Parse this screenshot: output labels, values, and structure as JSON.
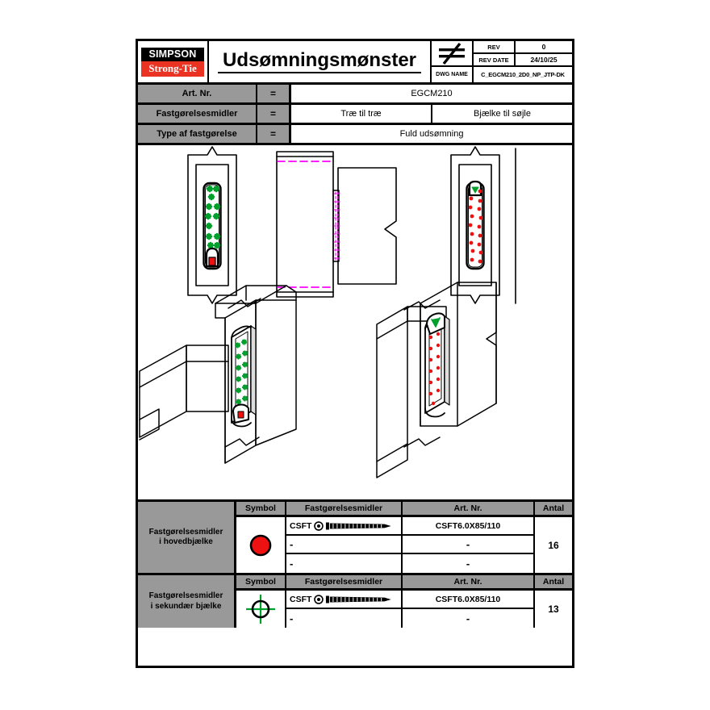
{
  "sheet": {
    "logo": {
      "top": "SIMPSON",
      "bottom": "Strong-Tie"
    },
    "title": "Udsømningsmønster",
    "projection_symbol": "not-equal-sign",
    "rev_label": "REV",
    "rev_value": "0",
    "rev_date_label": "REV DATE",
    "rev_date_value": "24/10/25",
    "dwg_name_label": "DWG NAME",
    "dwg_name_value": "C_EGCM210_2D0_NP_JTP-DK"
  },
  "parameters": [
    {
      "label": "Art. Nr.",
      "eq": "=",
      "values": [
        "EGCM210"
      ]
    },
    {
      "label": "Fastgørelsesmidler",
      "eq": "=",
      "values": [
        "Træ til træ",
        "Bjælke til søjle"
      ]
    },
    {
      "label": "Type af fastgørelse",
      "eq": "=",
      "values": [
        "Fuld udsømning"
      ]
    }
  ],
  "bom": [
    {
      "name_line1": "Fastgørelsesmidler",
      "name_line2": "i hovedbjælke",
      "symbol": "red-filled-circle",
      "symbol_color": "#ee1111",
      "headers": {
        "symbol": "Symbol",
        "fasteners": "Fastgørelsesmidler",
        "art": "Art. Nr.",
        "qty": "Antal"
      },
      "rows": [
        {
          "fastener": "CSFT",
          "has_screw_icon": true,
          "art": "CSFT6.0X85/110"
        },
        {
          "fastener": "-",
          "has_screw_icon": false,
          "art": "-"
        },
        {
          "fastener": "-",
          "has_screw_icon": false,
          "art": "-"
        }
      ],
      "qty": "16"
    },
    {
      "name_line1": "Fastgørelsesmidler",
      "name_line2": "i sekundær bjælke",
      "symbol": "green-crosshair-circle",
      "symbol_color": "#00a02c",
      "headers": {
        "symbol": "Symbol",
        "fasteners": "Fastgørelsesmidler",
        "art": "Art. Nr.",
        "qty": "Antal"
      },
      "rows": [
        {
          "fastener": "CSFT",
          "has_screw_icon": true,
          "art": "CSFT6.0X85/110"
        },
        {
          "fastener": "-",
          "has_screw_icon": false,
          "art": "-"
        }
      ],
      "qty": "13"
    }
  ],
  "drawing": {
    "views": [
      {
        "name": "left-elevation-secondary-beam",
        "marker_color": "#00a02c",
        "marker_type": "green-crosshair"
      },
      {
        "name": "center-section-view",
        "centerline_color": "#ff00ff"
      },
      {
        "name": "right-elevation-main-beam",
        "marker_color": "#ee1111",
        "marker_type": "red-dot"
      },
      {
        "name": "iso-view-secondary-beam",
        "marker_color": "#00a02c"
      },
      {
        "name": "iso-view-main-beam",
        "marker_color": "#ee1111"
      }
    ]
  },
  "colors": {
    "brand_red": "#ea3323",
    "header_gray": "#999999",
    "marker_red": "#ee1111",
    "marker_green": "#00a02c",
    "centerline_magenta": "#ff00ff",
    "line_black": "#000000"
  }
}
